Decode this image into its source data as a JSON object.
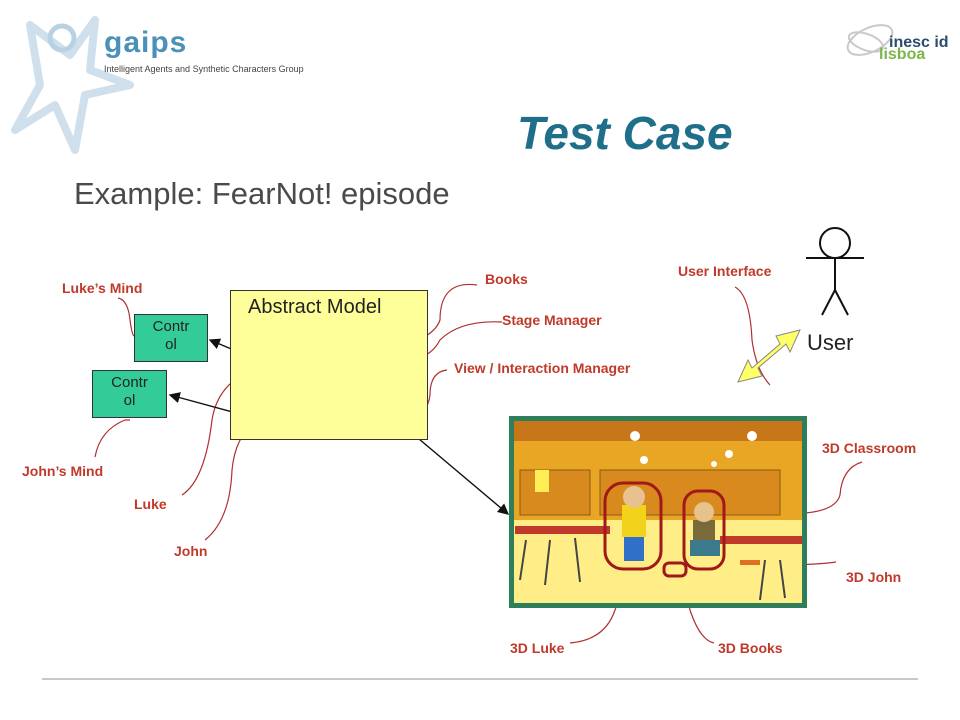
{
  "header": {
    "logo_name": "gaips",
    "logo_subtitle": "Intelligent Agents and Synthetic Characters Group",
    "partner_logo_line1": "inesc id",
    "partner_logo_line2": "lisboa"
  },
  "slide": {
    "title": "Test Case",
    "subtitle": "Example:  FearNot! episode"
  },
  "diagram": {
    "abstract_model_label": "Abstract Model",
    "control_top": "Contr\nol",
    "control_bottom": "Contr\nol",
    "user_label": "User",
    "annotations": {
      "lukes_mind": "Luke’s Mind",
      "johns_mind": "John’s Mind",
      "luke": "Luke",
      "john": "John",
      "books": "Books",
      "stage_manager": "Stage Manager",
      "view_interaction_manager": "View / Interaction Manager",
      "user_interface": "User Interface",
      "classroom_3d": "3D Classroom",
      "john_3d": "3D John",
      "luke_3d": "3D Luke",
      "books_3d": "3D Books"
    }
  },
  "colors": {
    "title": "#1f6f8b",
    "annotation": "#c0392b",
    "abstract_model_fill": "#ffff99",
    "control_fill": "#33cc99",
    "scene_frame": "#2e7d5b",
    "double_arrow_fill": "#ffff66"
  }
}
